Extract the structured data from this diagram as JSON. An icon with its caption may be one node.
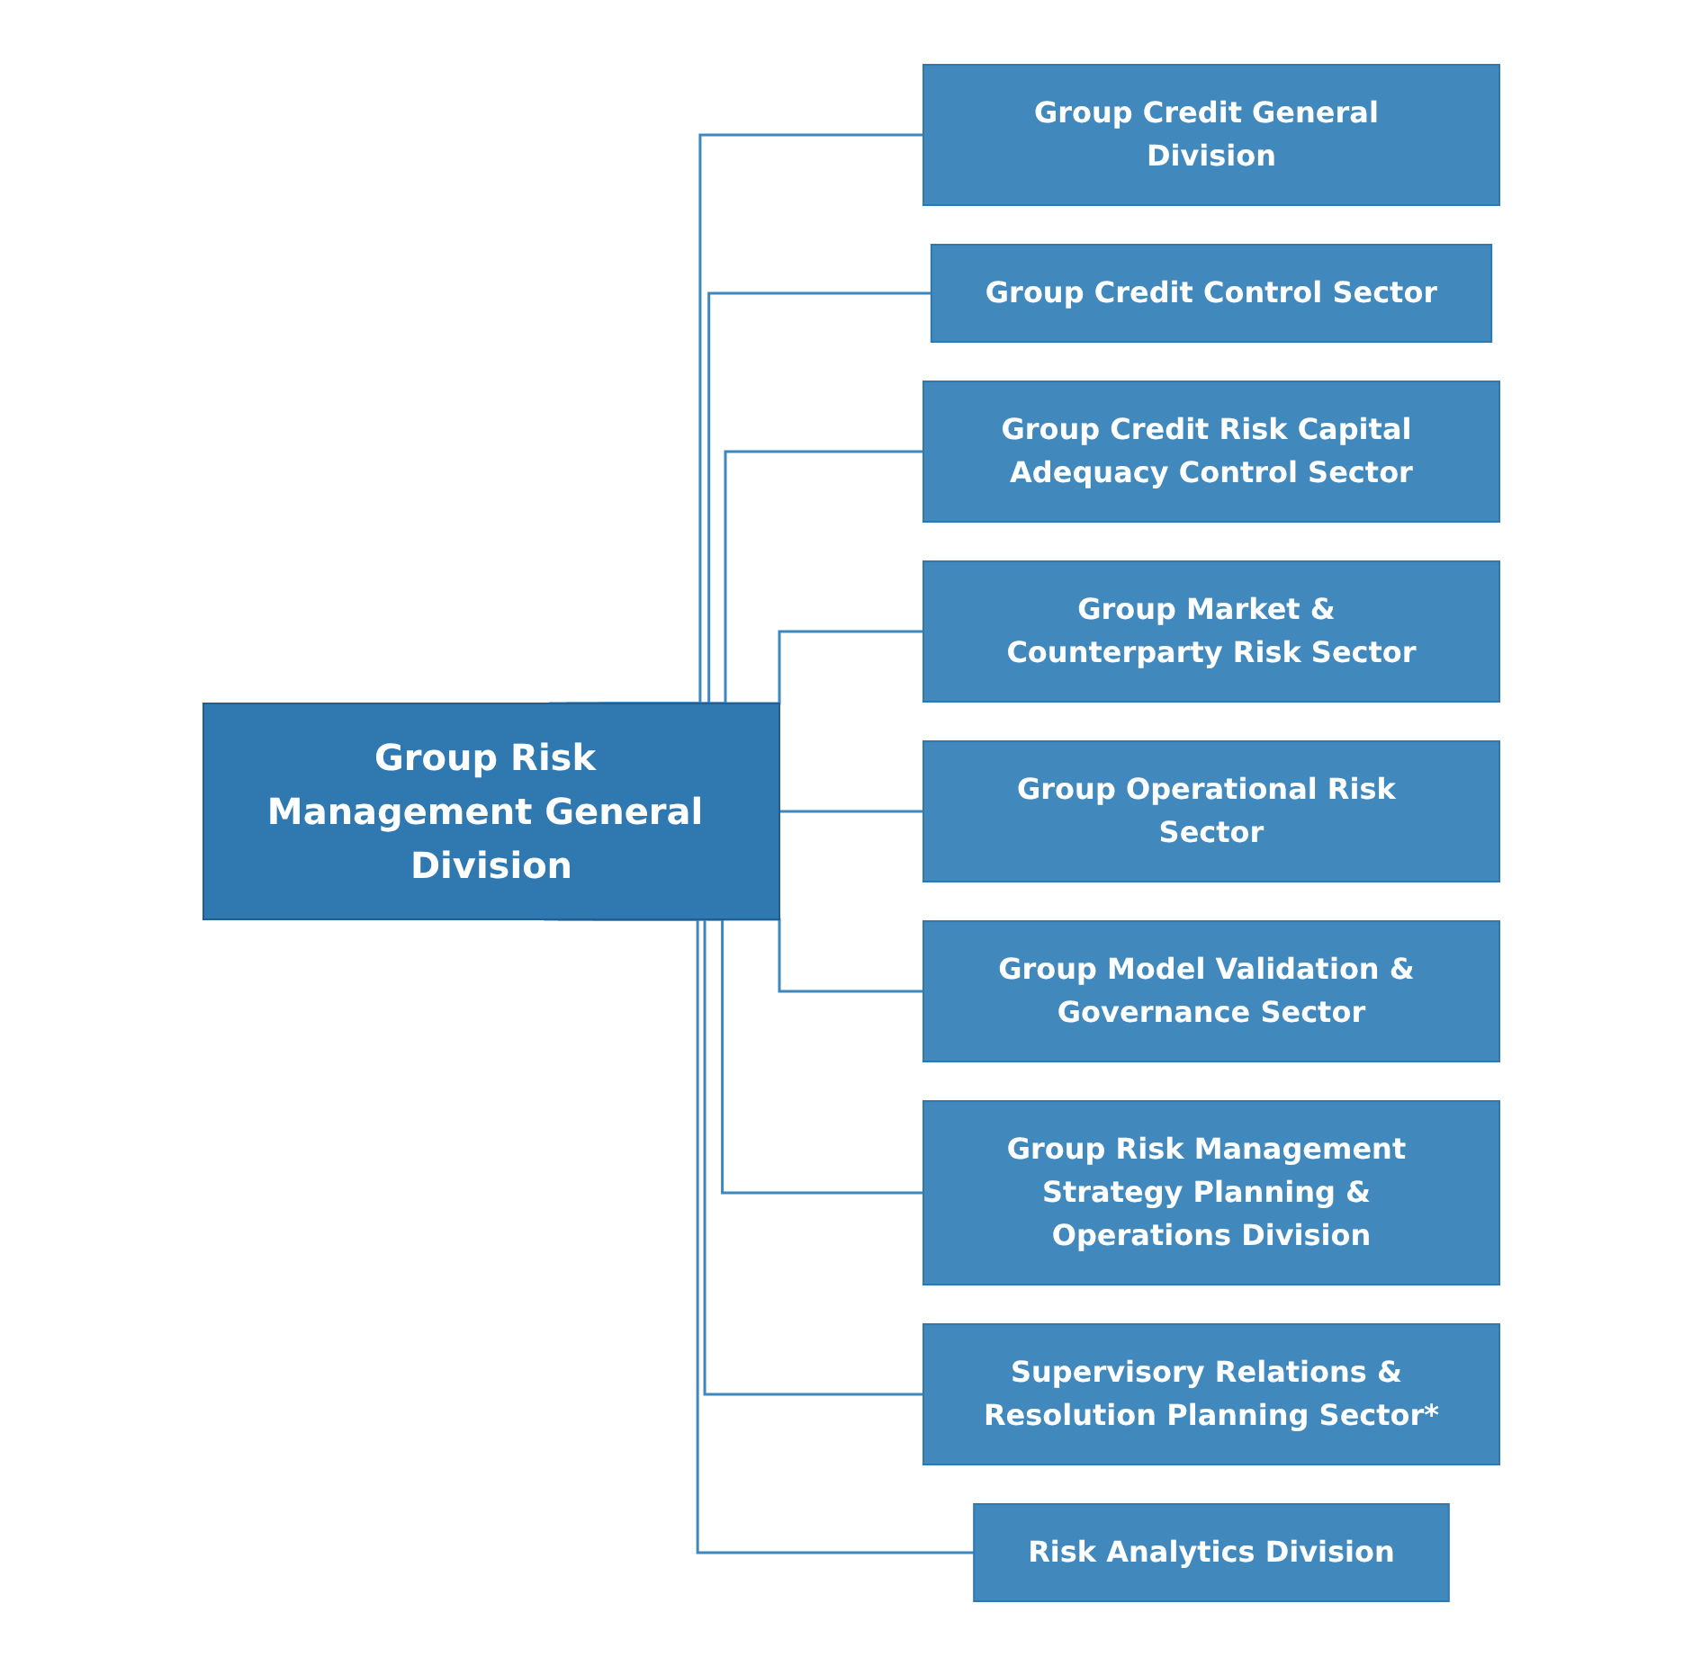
{
  "diagram": {
    "nodes": [
      {
        "text": [
          "Group Risk Management General Division"
        ]
      },
      {
        "text": [
          "Group Credit General Division"
        ]
      },
      {
        "text": [
          "Group Credit Control Sector"
        ]
      },
      {
        "text": [
          "Group Credit Risk Capital Adequacy Control Sector"
        ]
      },
      {
        "text": [
          "Group Market & Counterparty Risk Sector"
        ]
      },
      {
        "text": [
          "Group Operational Risk Sector"
        ]
      },
      {
        "text": [
          "Group Model Validation & Governance Sector"
        ]
      },
      {
        "text": [
          "Group Risk Management Strategy Planning & Operations Division"
        ]
      },
      {
        "text": [
          "Supervisory Relations & Resolution Planning Sector*"
        ]
      },
      {
        "text": [
          "Risk Analytics Division"
        ]
      }
    ],
    "edges": [
      {
        "from": 0,
        "to": 1,
        "arrow": "none"
      },
      {
        "from": 0,
        "to": 2,
        "arrow": "none"
      },
      {
        "from": 0,
        "to": 3,
        "arrow": "none"
      },
      {
        "from": 0,
        "to": 4,
        "arrow": "none"
      },
      {
        "from": 0,
        "to": 5,
        "arrow": "none"
      },
      {
        "from": 0,
        "to": 6,
        "arrow": "none"
      },
      {
        "from": 0,
        "to": 7,
        "arrow": "none"
      },
      {
        "from": 0,
        "to": 8,
        "arrow": "none"
      },
      {
        "from": 0,
        "to": 9,
        "arrow": "none"
      }
    ]
  }
}
